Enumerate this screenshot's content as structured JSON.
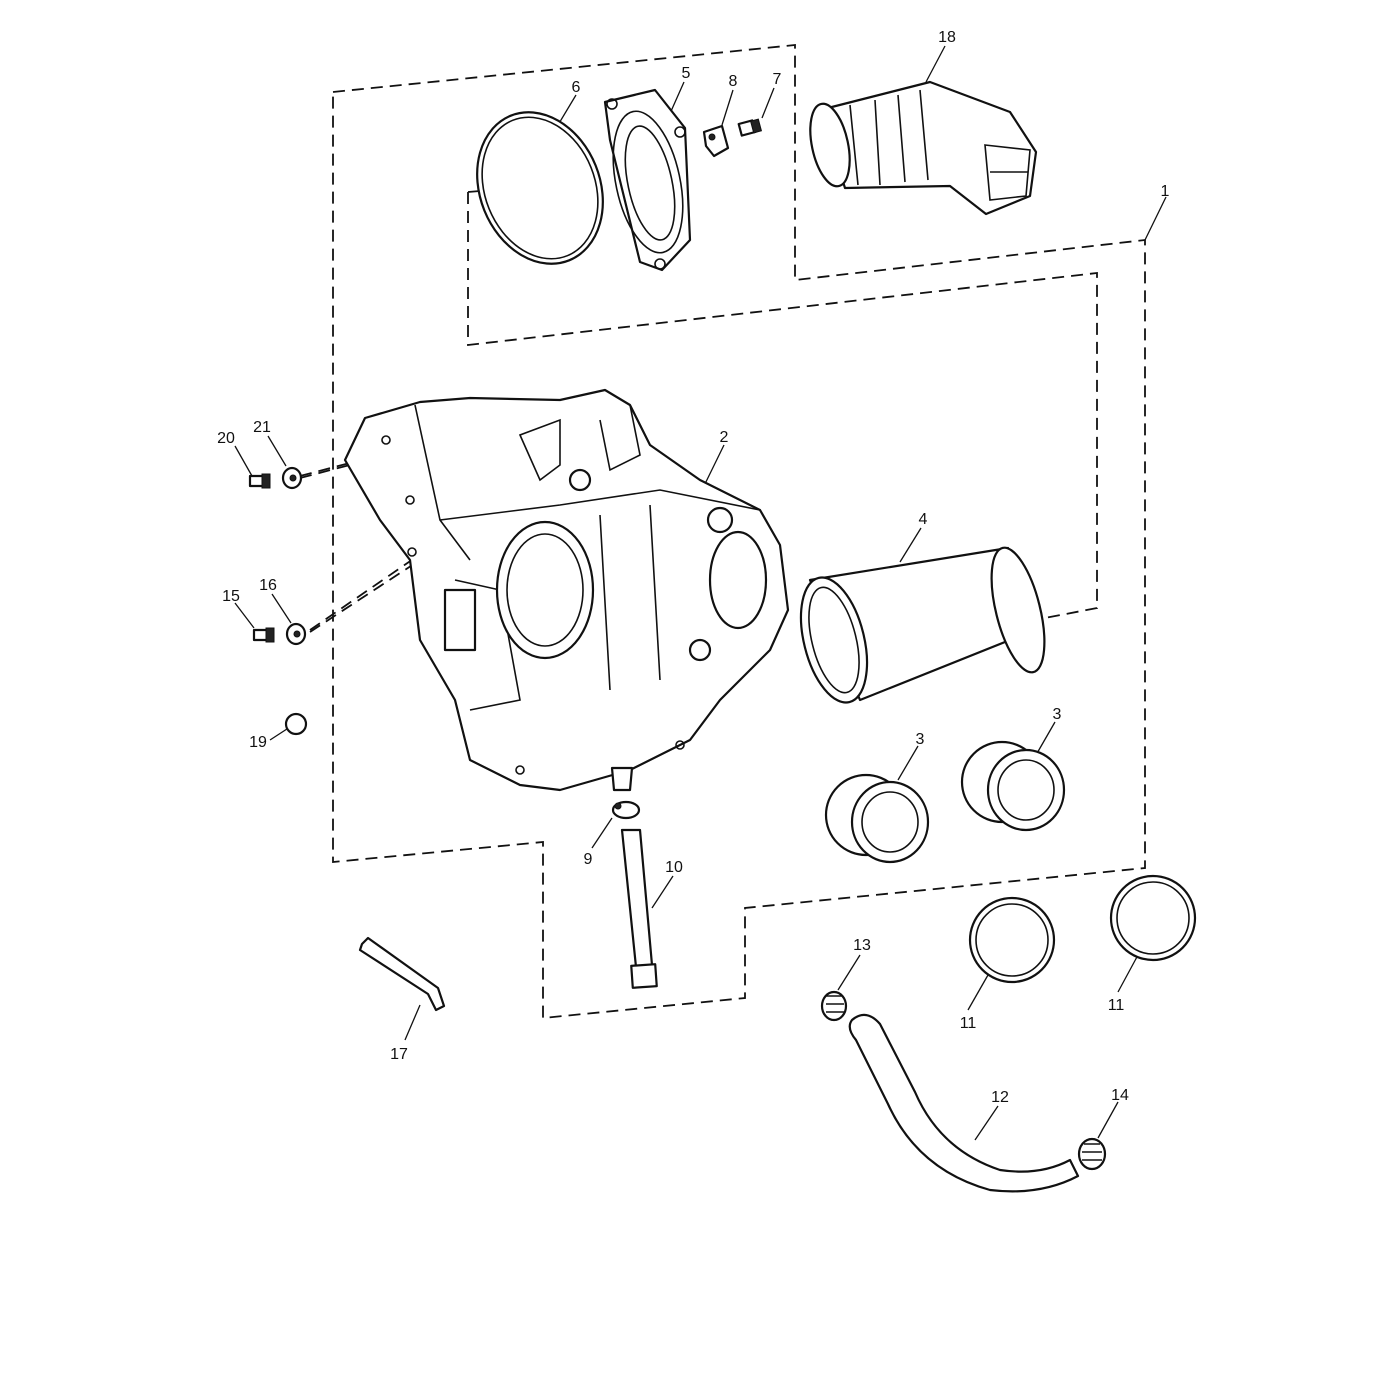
{
  "diagram": {
    "accent_color": "#111111",
    "background_color": "#ffffff",
    "callouts": [
      {
        "id": "c1",
        "text": "1"
      },
      {
        "id": "c2",
        "text": "2"
      },
      {
        "id": "c3a",
        "text": "3"
      },
      {
        "id": "c3b",
        "text": "3"
      },
      {
        "id": "c4",
        "text": "4"
      },
      {
        "id": "c5",
        "text": "5"
      },
      {
        "id": "c6",
        "text": "6"
      },
      {
        "id": "c7",
        "text": "7"
      },
      {
        "id": "c8",
        "text": "8"
      },
      {
        "id": "c9",
        "text": "9"
      },
      {
        "id": "c10",
        "text": "10"
      },
      {
        "id": "c11a",
        "text": "11"
      },
      {
        "id": "c11b",
        "text": "11"
      },
      {
        "id": "c12",
        "text": "12"
      },
      {
        "id": "c13",
        "text": "13"
      },
      {
        "id": "c14",
        "text": "14"
      },
      {
        "id": "c15",
        "text": "15"
      },
      {
        "id": "c16",
        "text": "16"
      },
      {
        "id": "c17",
        "text": "17"
      },
      {
        "id": "c18",
        "text": "18"
      },
      {
        "id": "c19",
        "text": "19"
      },
      {
        "id": "c20",
        "text": "20"
      },
      {
        "id": "c21",
        "text": "21"
      }
    ]
  }
}
